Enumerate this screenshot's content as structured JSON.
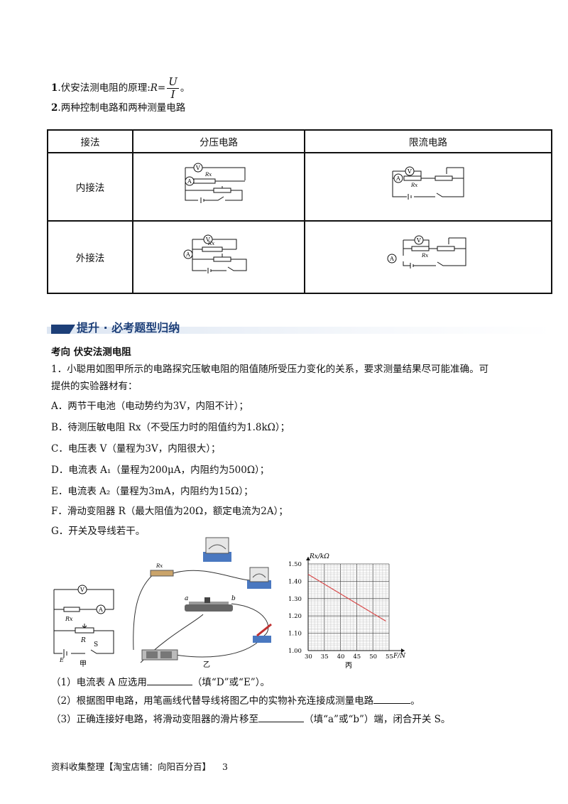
{
  "principle": {
    "number": "1",
    "text": ".伏安法测电阻的原理:",
    "var": "R",
    "eq": "=",
    "num": "U",
    "den": "I",
    "end": "。"
  },
  "heading2": {
    "number": "2",
    "text": ".两种控制电路和两种测量电路"
  },
  "table": {
    "col0": "接法",
    "col1": "分压电路",
    "col2": "限流电路",
    "row1": "内接法",
    "row2": "外接法"
  },
  "banner": "提升 · 必考题型归纳",
  "section": "考向  伏安法测电阻",
  "problem": {
    "line1": "1．小聪用如图甲所示的电路探究压敏电阻的阻值随所受压力变化的关系，要求测量结果尽可能准确。可",
    "line2": "提供的实验器材有：",
    "A": "A．两节干电池（电动势约为3V，内阻不计）；",
    "B": "B．待测压敏电阻 Rx（不受压力时的阻值约为1.8kΩ）；",
    "C": "C．电压表 V（量程为3V，内阻很大）；",
    "D": "D．电流表 A₁（量程为200μA，内阻约为500Ω）；",
    "E": "E．电流表 A₂（量程为3mA，内阻约为15Ω）；",
    "F": "F．滑动变阻器 R（最大阻值为20Ω，额定电流为2A）；",
    "G": "G．开关及导线若干。"
  },
  "figure_labels": {
    "jia": "甲",
    "yi": "乙",
    "bing": "丙",
    "R": "R",
    "S": "S",
    "E": "E",
    "Rx": "Rx",
    "a": "a",
    "b": "b",
    "V": "V",
    "A": "A"
  },
  "chart_data": {
    "type": "line",
    "xlabel": "F/N",
    "ylabel": "Rx/kΩ",
    "x_ticks": [
      "30",
      "35",
      "40",
      "45",
      "50",
      "55"
    ],
    "y_ticks": [
      "1.00",
      "1.10",
      "1.20",
      "1.30",
      "1.40",
      "1.50"
    ],
    "xlim": [
      30,
      55
    ],
    "ylim": [
      1.0,
      1.5
    ],
    "series": [
      {
        "x": [
          30,
          54
        ],
        "y": [
          1.44,
          1.17
        ]
      }
    ],
    "line_color": "#d84a4a",
    "grid": true
  },
  "questions": {
    "q1a": "（1）电流表 A 应选用",
    "q1b": "（填“D”或“E”）。",
    "q2a": "（2）根据图甲电路，用笔画线代替导线将图乙中的实物补充连接成测量电路",
    "q2b": "。",
    "q3a": "（3）正确连接好电路，将滑动变阻器的滑片移至",
    "q3b": "（填“a”或“b”）端，闭合开关 S。"
  },
  "footer": {
    "text": "资料收集整理【淘宝店铺：向阳百分百】",
    "page": "3"
  }
}
